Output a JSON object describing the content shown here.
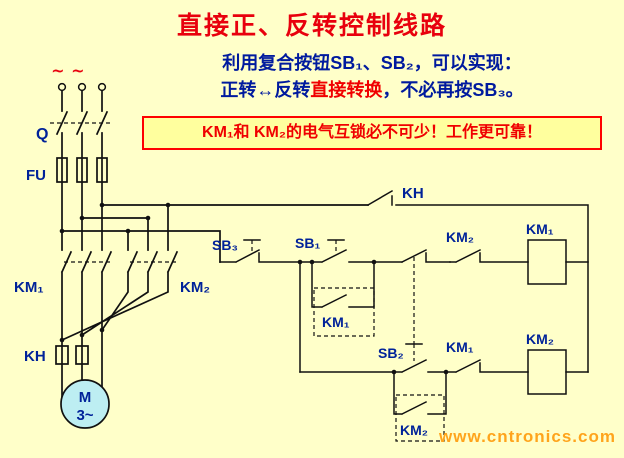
{
  "header": {
    "title": "直接正、反转控制线路",
    "line1": "利用复合按钮SB₁、SB₂，可以实现：",
    "line2_pre": "正转↔反转",
    "line2_em": "直接转换",
    "line2_post": "，不必再按SB₃。",
    "notice": "KM₁和 KM₂的电气互锁必不可少！工作更可靠！"
  },
  "diagram": {
    "labels": {
      "phase_mark_1": "∼",
      "phase_mark_2": "∼",
      "switch_q": "Q",
      "fuse_fu": "FU",
      "km1_main": "KM₁",
      "km2_main": "KM₂",
      "kh_relay": "KH",
      "motor_letter": "M",
      "motor_phases": "3~",
      "kh_contact": "KH",
      "sb3_stop": "SB₃",
      "sb1_start_fwd": "SB₁",
      "sb2_start_rev": "SB₂",
      "km1_selfhold": "KM₁",
      "km2_selfhold": "KM₂",
      "km2_interlock": "KM₂",
      "km1_interlock": "KM₁",
      "km1_coil": "KM₁",
      "km2_coil": "KM₂"
    }
  },
  "colors": {
    "page_bg": "#ffffc9",
    "title_red": "#e8000d",
    "text_blue": "#001a9e",
    "emphasis_red": "#f00000",
    "box_border_red": "#ff0000",
    "box_bg": "#ffff9e",
    "wire_black": "#111111",
    "label_blue": "#002299",
    "motor_fill": "#bdeef2",
    "watermark_orange": "#ffa41c"
  },
  "watermark": "www.cntronics.com"
}
